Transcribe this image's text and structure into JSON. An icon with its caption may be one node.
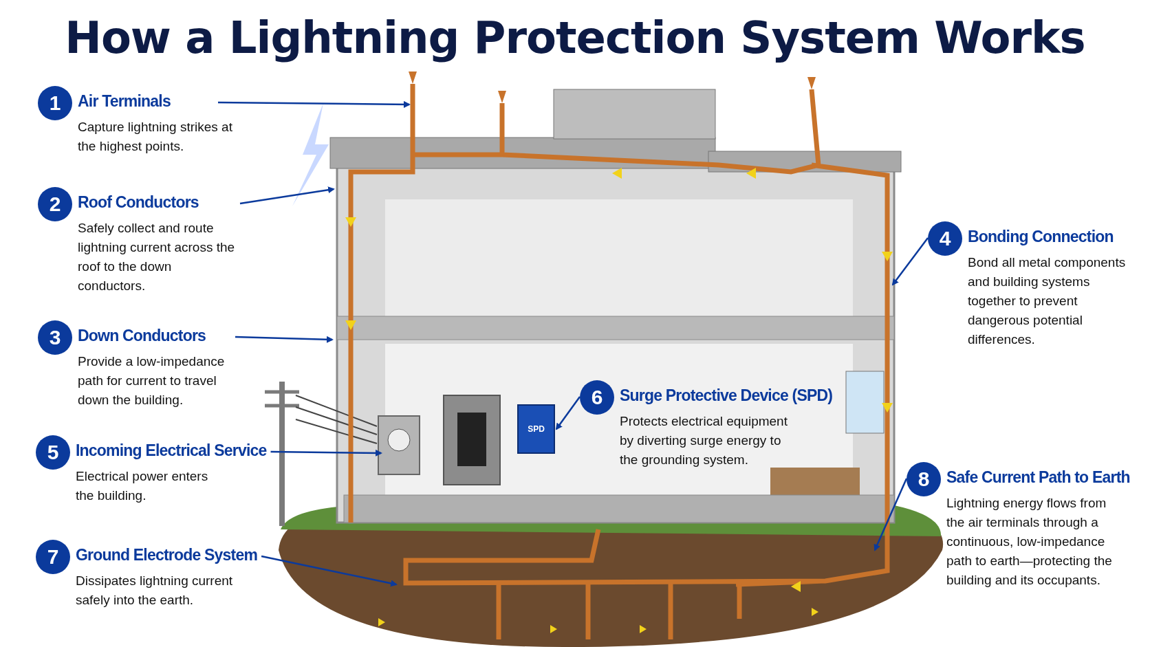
{
  "diagram": {
    "title": "How a Lightning Protection System Works",
    "nodes": [
      {
        "text": [
          "1",
          "Air Terminals",
          "Capture lightning strikes at the highest points."
        ]
      },
      {
        "text": [
          "2",
          "Roof Conductors",
          "Safely collect and route lightning current across the roof to the down conductors."
        ]
      },
      {
        "text": [
          "3",
          "Down Conductors",
          "Provide a low-impedance path for current to travel down the building."
        ]
      },
      {
        "text": [
          "4",
          "Bonding Connection",
          "Bond all metal components and building systems together to prevent dangerous potential differences."
        ]
      },
      {
        "text": [
          "5",
          "Incoming Electrical Service",
          "Electrical power enters the building."
        ]
      },
      {
        "text": [
          "6",
          "Surge Protective Device (SPD)",
          "Protects electrical equipment by diverting surge energy to the grounding system."
        ]
      },
      {
        "text": [
          "7",
          "Ground Electrode System",
          "Dissipates lightning current safely into the earth."
        ]
      },
      {
        "text": [
          "8",
          "Safe Current Path to Earth",
          "Lightning energy flows from the air terminals through a continuous, low-impedance path to earth—protecting the building and its occupants."
        ]
      },
      {
        "text": [
          "SPD"
        ]
      }
    ],
    "edges": [
      {
        "from": 0,
        "to": null,
        "arrow": "to"
      },
      {
        "from": 1,
        "to": null,
        "arrow": "to"
      },
      {
        "from": 2,
        "to": null,
        "arrow": "to"
      },
      {
        "from": 3,
        "to": null,
        "arrow": "to"
      },
      {
        "from": 4,
        "to": null,
        "arrow": "to"
      },
      {
        "from": 5,
        "to": 8,
        "arrow": "to"
      },
      {
        "from": 6,
        "to": null,
        "arrow": "to"
      },
      {
        "from": 7,
        "to": null,
        "arrow": "to"
      }
    ],
    "labels": []
  }
}
